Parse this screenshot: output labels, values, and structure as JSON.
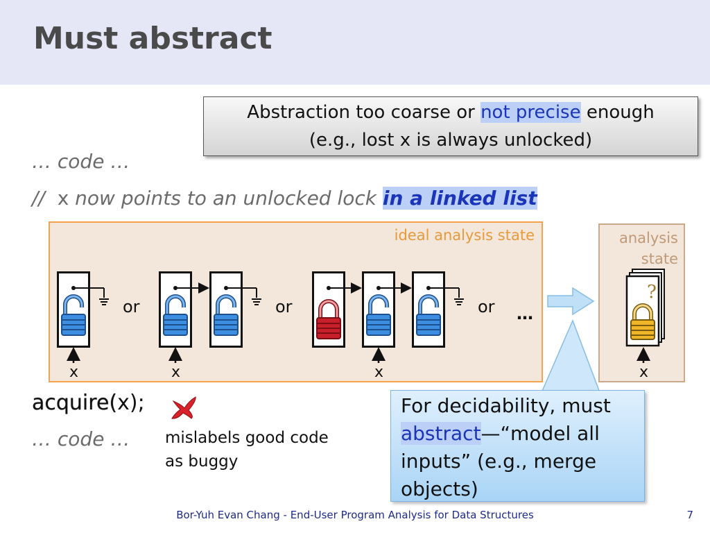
{
  "slide": {
    "title": "Must abstract",
    "footer": "Bor-Yuh Evan Chang - End-User Program Analysis for Data Structures",
    "page_number": "7"
  },
  "callout_top": {
    "line1_pre": "Abstraction too coarse or ",
    "line1_highlight": "not precise",
    "line1_post": " enough",
    "line2": "(e.g., lost x is always unlocked)"
  },
  "code": {
    "line1": "… code …",
    "comment_prefix": "//",
    "comment_x": "x",
    "comment_text": " now points to an unlocked lock ",
    "comment_highlight": "in a linked list",
    "acquire_fn": "acquire(",
    "acquire_arg": "x",
    "acquire_end": ");",
    "line_last": "… code …"
  },
  "ideal_box": {
    "label": "ideal analysis state",
    "or_label": "or",
    "ellipsis": "…",
    "x_label": "x"
  },
  "analysis_box": {
    "label_line1": "analysis",
    "label_line2": "state",
    "question": "?",
    "x_label": "x"
  },
  "mislabel": {
    "line1": "mislabels good code",
    "line2": "as buggy"
  },
  "callout_bottom": {
    "line1": "For decidability, must",
    "highlight": "abstract",
    "dash": "—",
    "line2_rest": "“model all",
    "line3": "inputs” (e.g., merge",
    "line4": "objects)"
  },
  "colors": {
    "lock_blue": "#3d8ee0",
    "lock_red": "#c8202a",
    "lock_yellow": "#f0b62a",
    "highlight_blue": "#1a35b8",
    "ideal_border": "#f5a24a"
  }
}
